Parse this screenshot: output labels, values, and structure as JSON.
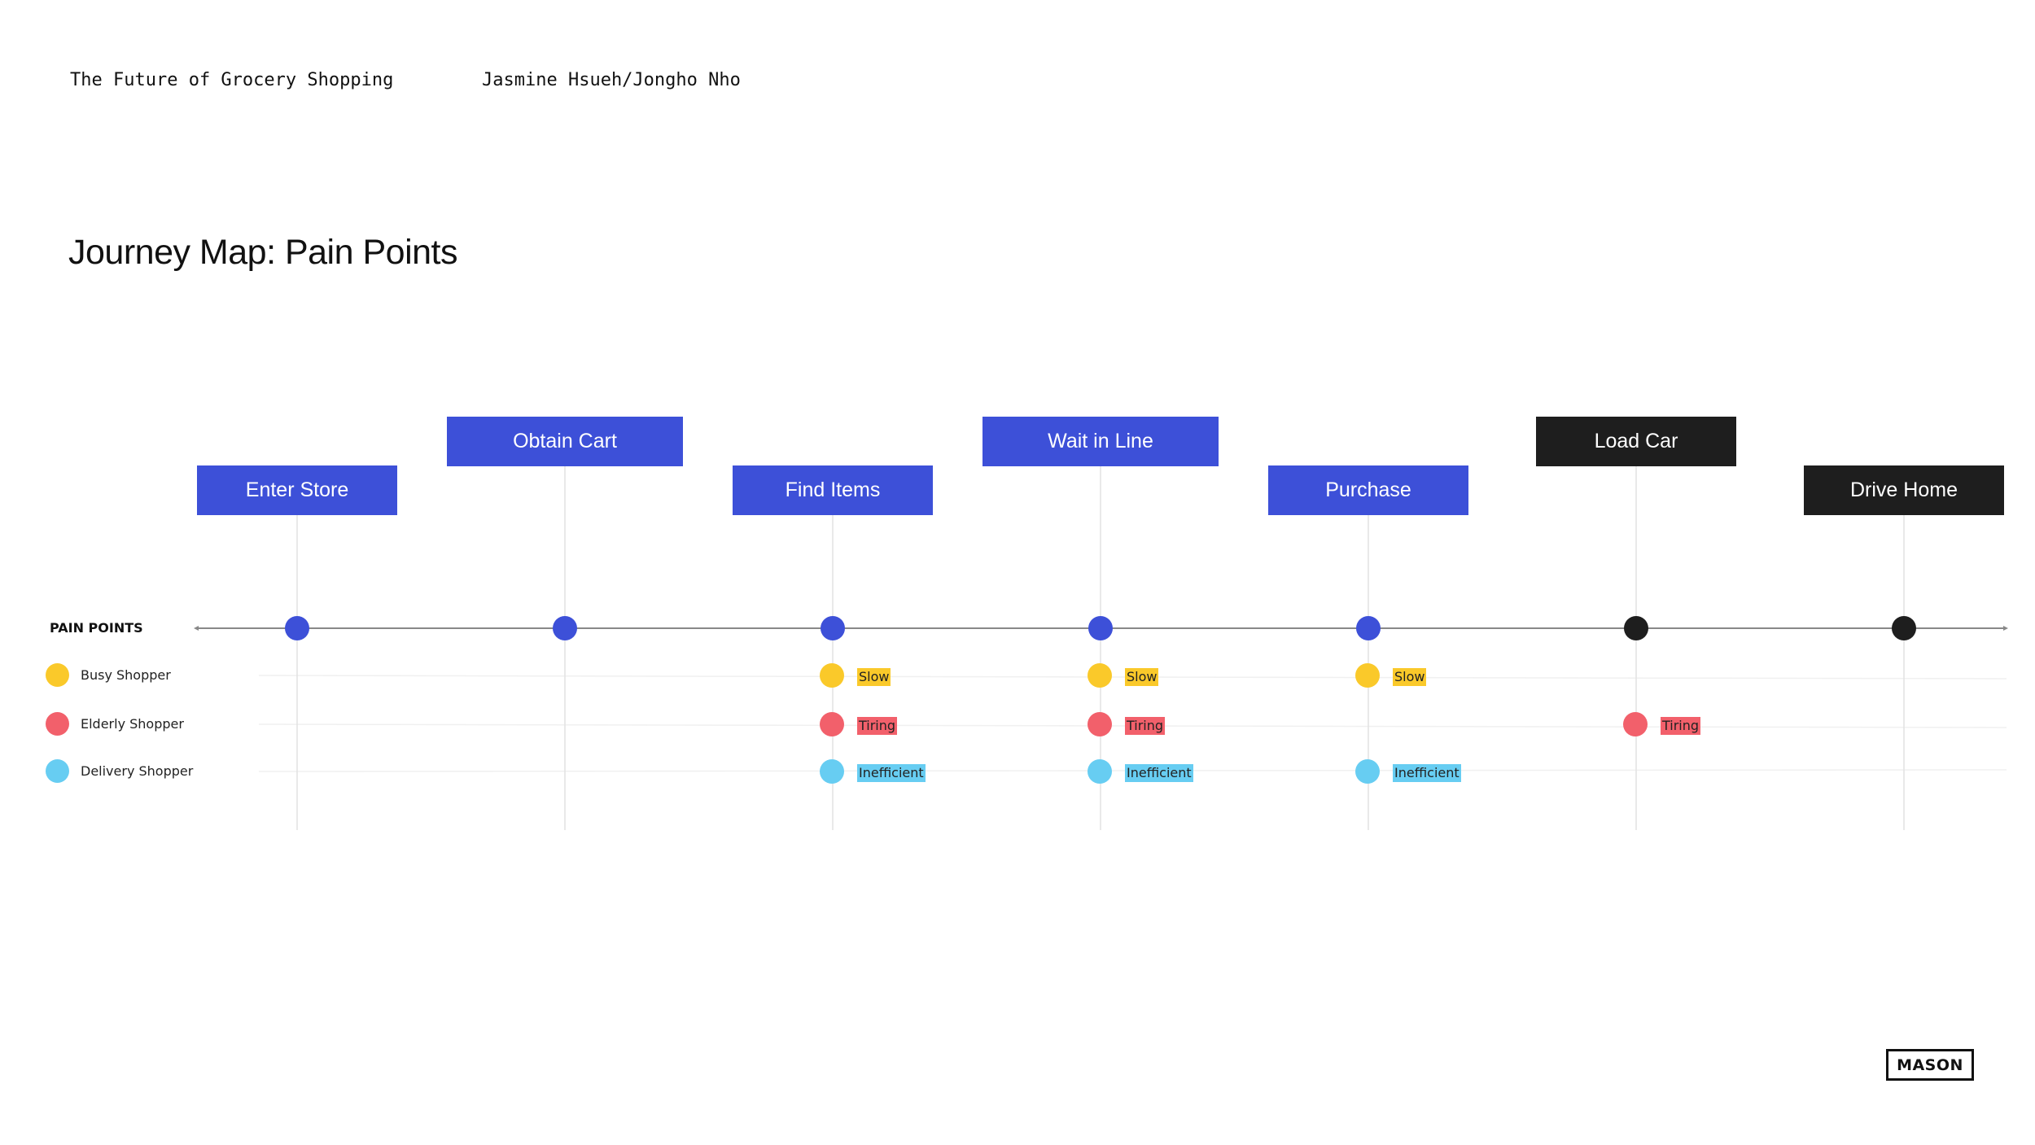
{
  "header": {
    "project": "The Future of Grocery Shopping",
    "authors": "Jasmine Hsueh/Jongho Nho"
  },
  "title": "Journey Map: Pain Points",
  "section_label": "PAIN POINTS",
  "colors": {
    "stage_blue": "#3d50d8",
    "stage_black": "#1e1e1e",
    "busy": "#fac92a",
    "elderly": "#f2606b",
    "delivery": "#67cdf2"
  },
  "personas": [
    {
      "key": "busy",
      "label": "Busy Shopper",
      "color": "#fac92a"
    },
    {
      "key": "elderly",
      "label": "Elderly Shopper",
      "color": "#f2606b"
    },
    {
      "key": "delivery",
      "label": "Delivery Shopper",
      "color": "#67cdf2"
    }
  ],
  "stages": [
    {
      "label": "Enter Store",
      "style": "blue",
      "pains": {}
    },
    {
      "label": "Obtain Cart",
      "style": "blue",
      "pains": {}
    },
    {
      "label": "Find Items",
      "style": "blue",
      "pains": {
        "busy": "Slow",
        "elderly": "Tiring",
        "delivery": "Inefficient"
      }
    },
    {
      "label": "Wait in Line",
      "style": "blue",
      "pains": {
        "busy": "Slow",
        "elderly": "Tiring",
        "delivery": "Inefficient"
      }
    },
    {
      "label": "Purchase",
      "style": "blue",
      "pains": {
        "busy": "Slow",
        "delivery": "Inefficient"
      }
    },
    {
      "label": "Load Car",
      "style": "black",
      "pains": {
        "elderly": "Tiring"
      }
    },
    {
      "label": "Drive Home",
      "style": "black",
      "pains": {}
    }
  ],
  "logo": "MASON"
}
